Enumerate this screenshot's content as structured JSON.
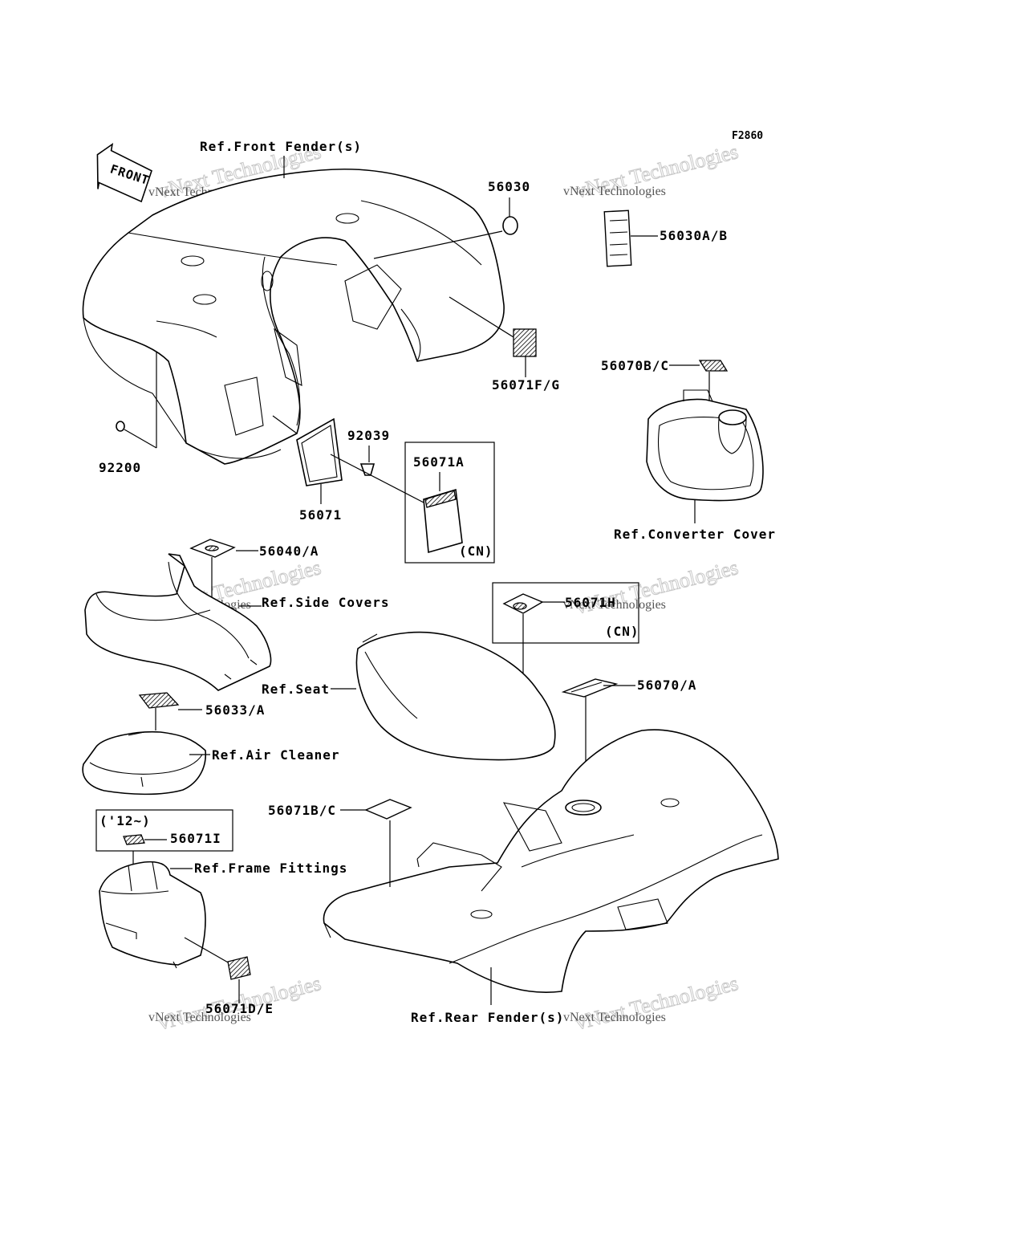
{
  "diagram": {
    "figure_code": "F2860",
    "front_arrow_label": "FRONT",
    "watermark": {
      "big_text": "vNext Technologies",
      "small_text": "vNext Technologies"
    },
    "labels": {
      "ref_front_fender": "Ref.Front Fender(s)",
      "p56030": "56030",
      "p56030ab": "56030A/B",
      "p56071fg": "56071F/G",
      "p56070bc": "56070B/C",
      "ref_converter_cover": "Ref.Converter Cover",
      "p92039": "92039",
      "p56071a": "56071A",
      "cn1": "(CN)",
      "p92200": "92200",
      "p56071": "56071",
      "p56040a": "56040/A",
      "ref_side_covers": "Ref.Side Covers",
      "p56071h": "56071H",
      "cn2": "(CN)",
      "ref_seat": "Ref.Seat",
      "p56070a": "56070/A",
      "p56033a": "56033/A",
      "ref_air_cleaner": "Ref.Air Cleaner",
      "p56071bc": "56071B/C",
      "year_note": "('12~)",
      "p56071i": "56071I",
      "ref_frame_fittings": "Ref.Frame Fittings",
      "p56071de": "56071D/E",
      "ref_rear_fender": "Ref.Rear Fender(s)"
    }
  }
}
